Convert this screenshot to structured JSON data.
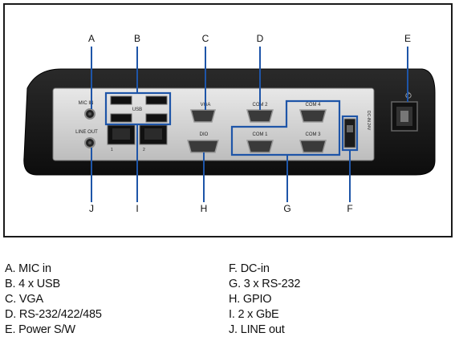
{
  "callouts": {
    "A": "A",
    "B": "B",
    "C": "C",
    "D": "D",
    "E": "E",
    "F": "F",
    "G": "G",
    "H": "H",
    "I": "I",
    "J": "J"
  },
  "panel_labels": {
    "mic_in": "MIC IN",
    "line_out": "LINE OUT",
    "usb": "USB",
    "vga": "VGA",
    "com2": "COM 2",
    "com4": "COM 4",
    "com1": "COM 1",
    "com3": "COM 3",
    "dio": "DIO",
    "dc_in": "DC-IN 24V",
    "lan1": "1",
    "lan2": "2"
  },
  "legend": {
    "left": [
      "A. MIC in",
      "B. 4 x USB",
      "C. VGA",
      "D. RS-232/422/485",
      "E. Power S/W"
    ],
    "right": [
      "F.  DC-in",
      "G. 3 x RS-232",
      "H. GPIO",
      "I.  2 x GbE",
      "J.  LINE out"
    ]
  },
  "colors": {
    "highlight": "#1e55a8",
    "device": "#151515",
    "panel": "#d9d9d9"
  }
}
